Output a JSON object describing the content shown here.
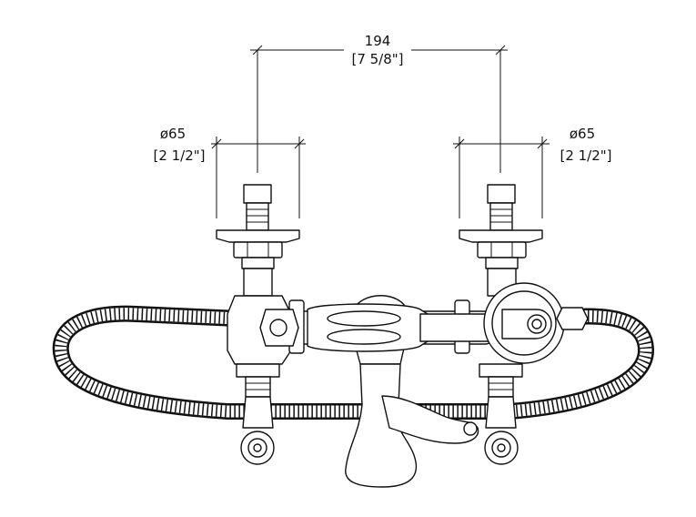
{
  "dimensions": {
    "center_distance": {
      "metric": "194",
      "imperial": "[7 5/8\"]"
    },
    "left_flange": {
      "metric": "ø65",
      "imperial": "[2 1/2\"]"
    },
    "right_flange": {
      "metric": "ø65",
      "imperial": "[2 1/2\"]"
    }
  }
}
